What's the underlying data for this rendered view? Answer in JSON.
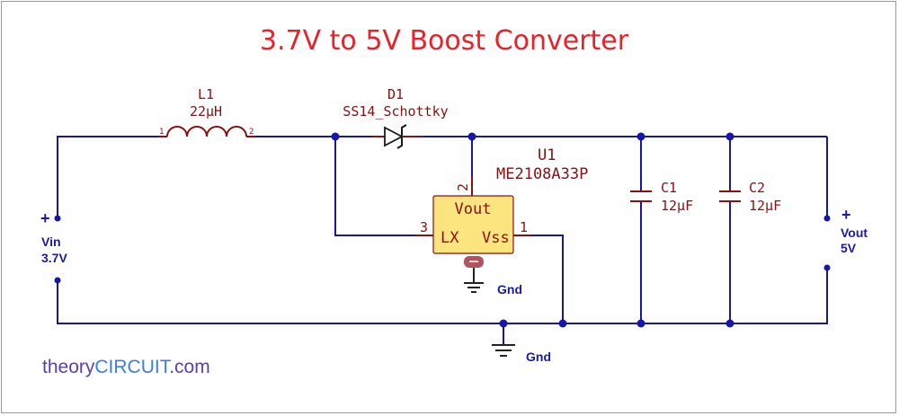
{
  "title": "3.7V  to 5V Boost Converter",
  "inductor": {
    "ref": "L1",
    "value": "22µH",
    "pin1": "1",
    "pin2": "2"
  },
  "diode": {
    "ref": "D1",
    "value": "SS14_Schottky"
  },
  "ic": {
    "ref": "U1",
    "part": "ME2108A33P",
    "vout": "Vout",
    "lx": "LX",
    "vss": "Vss",
    "pin_vout": "2",
    "pin_lx": "3",
    "pin_vss": "1"
  },
  "cap1": {
    "ref": "C1",
    "value": "12µF"
  },
  "cap2": {
    "ref": "C2",
    "value": "12µF"
  },
  "input": {
    "plus": "+",
    "name": "Vin",
    "value": "3.7V"
  },
  "output": {
    "plus": "+",
    "name": "Vout",
    "value": "5V"
  },
  "ground_labels": {
    "ic": "Gnd",
    "main": "Gnd"
  },
  "watermark": {
    "part1": "theory",
    "part2": "CIRCUIT",
    "part3": ".com",
    "color1": "#5a3fb0",
    "color2": "#3b7de0"
  },
  "colors": {
    "wire": "#1616a8",
    "component": "#8b0f0f",
    "title": "#e8212b",
    "chip_fill": "#fce57e"
  }
}
